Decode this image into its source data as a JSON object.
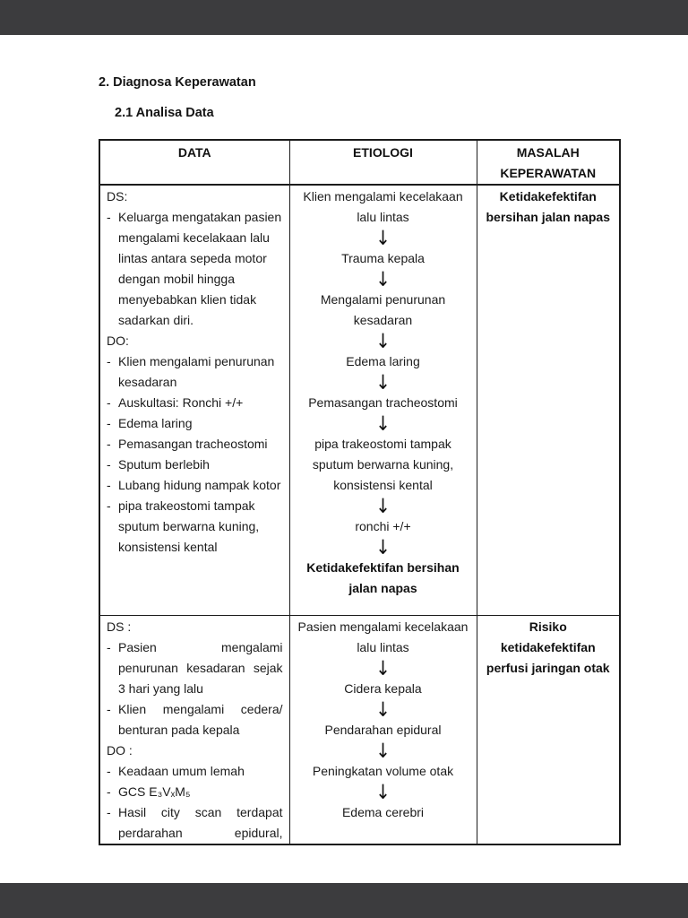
{
  "page": {
    "title": "2. Diagnosa Keperawatan",
    "subtitle": "2.1 Analisa Data"
  },
  "table": {
    "headers": [
      "DATA",
      "ETIOLOGI",
      "MASALAH KEPERAWATAN"
    ],
    "rows": [
      {
        "data": [
          {
            "dash": false,
            "lines": [
              {
                "t": "DS:"
              }
            ]
          },
          {
            "dash": true,
            "lines": [
              {
                "t": "Keluarga mengatakan pasien"
              },
              {
                "t": "mengalami kecelakaan lalu"
              },
              {
                "t": "lintas antara sepeda motor"
              },
              {
                "t": "dengan mobil hingga"
              },
              {
                "t": "menyebabkan klien tidak"
              },
              {
                "t": "sadarkan diri."
              }
            ]
          },
          {
            "dash": false,
            "lines": [
              {
                "t": "DO:"
              }
            ]
          },
          {
            "dash": true,
            "lines": [
              {
                "t": "Klien mengalami penurunan"
              },
              {
                "t": "kesadaran"
              }
            ]
          },
          {
            "dash": true,
            "lines": [
              {
                "t": "Auskultasi: Ronchi +/+"
              }
            ]
          },
          {
            "dash": true,
            "lines": [
              {
                "t": "Edema laring"
              }
            ]
          },
          {
            "dash": true,
            "lines": [
              {
                "t": "Pemasangan tracheostomi"
              }
            ]
          },
          {
            "dash": true,
            "lines": [
              {
                "t": "Sputum berlebih"
              }
            ]
          },
          {
            "dash": true,
            "lines": [
              {
                "t": "Lubang hidung nampak kotor"
              }
            ]
          },
          {
            "dash": true,
            "lines": [
              {
                "t": "pipa trakeostomi tampak"
              },
              {
                "t": "sputum berwarna kuning,"
              },
              {
                "t": "konsistensi kental"
              }
            ]
          }
        ],
        "flow": [
          {
            "lines": [
              "Klien mengalami kecelakaan",
              "lalu lintas"
            ]
          },
          {
            "arrow": true
          },
          {
            "lines": [
              "Trauma kepala"
            ]
          },
          {
            "arrow": true
          },
          {
            "lines": [
              "Mengalami penurunan",
              "kesadaran"
            ]
          },
          {
            "arrow": true
          },
          {
            "lines": [
              "Edema laring"
            ]
          },
          {
            "arrow": true
          },
          {
            "lines": [
              "Pemasangan tracheostomi"
            ]
          },
          {
            "arrow": true
          },
          {
            "lines": [
              "pipa trakeostomi tampak",
              "sputum berwarna kuning,",
              "konsistensi kental"
            ]
          },
          {
            "arrow": true
          },
          {
            "lines": [
              "ronchi +/+"
            ]
          },
          {
            "arrow": true
          },
          {
            "lines": [
              "Ketidakefektifan bersihan",
              "jalan napas"
            ],
            "bold": true
          }
        ],
        "problem": {
          "lines": [
            "Ketidakefektifan",
            "bersihan jalan napas"
          ]
        }
      },
      {
        "data": [
          {
            "dash": false,
            "lines": [
              {
                "t": "DS :"
              }
            ]
          },
          {
            "dash": true,
            "lines": [
              {
                "t": "Pasien mengalami",
                "j": true
              },
              {
                "t": "penurunan kesadaran sejak",
                "j": true
              },
              {
                "t": "3 hari yang lalu"
              }
            ]
          },
          {
            "dash": true,
            "lines": [
              {
                "t": "Klien mengalami cedera/",
                "j": true
              },
              {
                "t": "benturan pada kepala"
              }
            ]
          },
          {
            "dash": false,
            "lines": [
              {
                "t": "DO :"
              }
            ]
          },
          {
            "dash": true,
            "lines": [
              {
                "t": "Keadaan umum lemah"
              }
            ]
          },
          {
            "dash": true,
            "lines": [
              {
                "t": "GCS E₃VₓM₅"
              }
            ]
          },
          {
            "dash": true,
            "lines": [
              {
                "t": "Hasil city scan terdapat",
                "j": true
              },
              {
                "t": "perdarahan epidural,",
                "j": true
              }
            ]
          }
        ],
        "flow": [
          {
            "lines": [
              "Pasien mengalami kecelakaan",
              "lalu lintas"
            ]
          },
          {
            "arrow": true
          },
          {
            "lines": [
              "Cidera kepala"
            ]
          },
          {
            "arrow": true
          },
          {
            "lines": [
              "Pendarahan epidural"
            ]
          },
          {
            "arrow": true
          },
          {
            "lines": [
              "Peningkatan volume otak"
            ]
          },
          {
            "arrow": true
          },
          {
            "lines": [
              "Edema cerebri"
            ]
          }
        ],
        "problem": {
          "lines": [
            "Risiko",
            "ketidakefektifan",
            "perfusi jaringan otak"
          ]
        }
      }
    ]
  },
  "icons": {
    "down_arrow": "↓"
  },
  "colors": {
    "viewer_bar": "#3c3c3e",
    "page_bg": "#ffffff",
    "text": "#1b1b1b",
    "border": "#1c1c1c"
  }
}
